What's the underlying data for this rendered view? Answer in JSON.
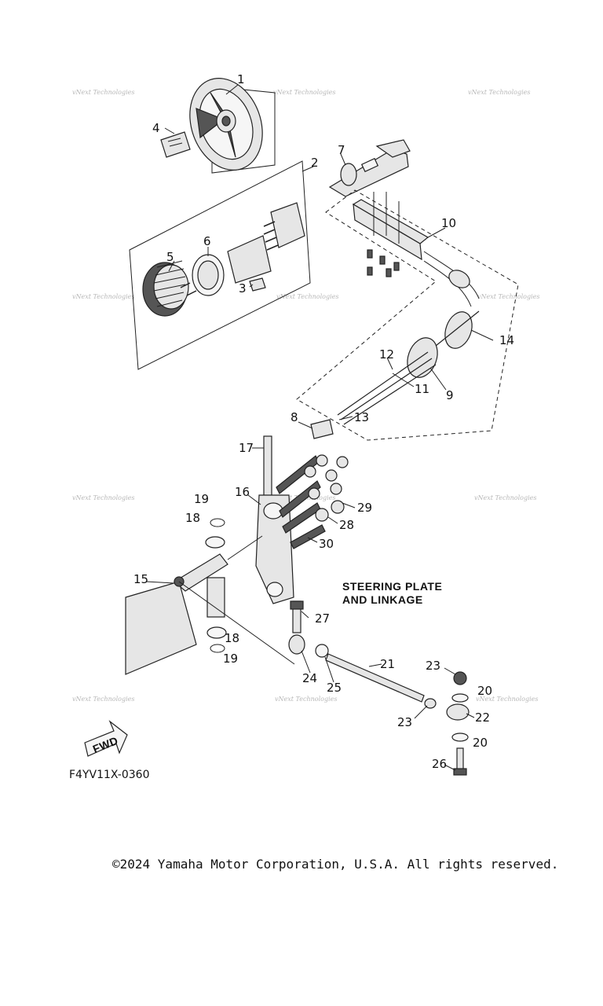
{
  "diagram": {
    "title_line1": "STEERING PLATE",
    "title_line2": "AND LINKAGE",
    "code": "F4YV11X-0360",
    "fwd": "FWD",
    "copyright": "©2024 Yamaha Motor Corporation, U.S.A. All rights reserved.",
    "watermark": "vNext Technologies",
    "callouts": [
      "1",
      "2",
      "3",
      "4",
      "5",
      "6",
      "7",
      "8",
      "9",
      "10",
      "11",
      "12",
      "13",
      "14",
      "15",
      "16",
      "17",
      "18",
      "18",
      "19",
      "19",
      "20",
      "20",
      "21",
      "22",
      "23",
      "23",
      "24",
      "25",
      "26",
      "27",
      "28",
      "29",
      "30"
    ]
  }
}
